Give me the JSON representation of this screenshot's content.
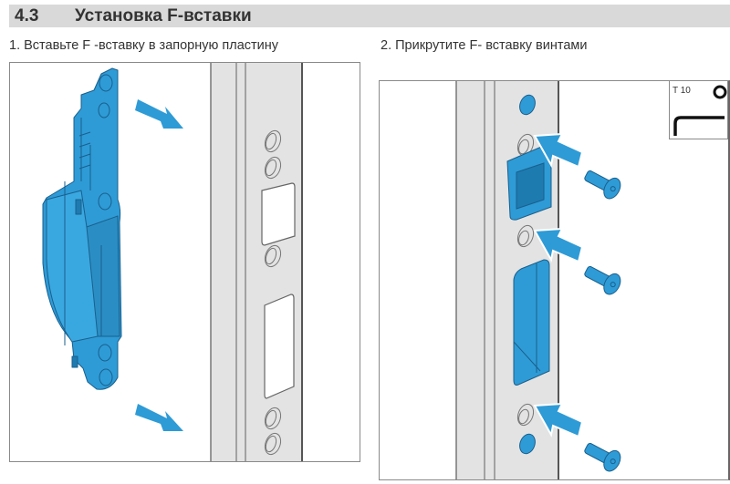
{
  "section": {
    "number": "4.3",
    "title": "Установка F-вставки"
  },
  "steps": [
    {
      "caption": "1. Вставьте F -вставку в запорную пластину",
      "illustration": "f-insert-into-strike-plate"
    },
    {
      "caption": "2. Прикрутите F- вставку винтами",
      "illustration": "screw-f-insert",
      "tool": {
        "label": "T 10",
        "icon": "torx-icon",
        "key_icon": "l-key-icon"
      }
    }
  ],
  "colors": {
    "accent_blue": "#2e9bd6",
    "rail_gray": "#e3e3e3",
    "header_bar": "#d9d9d9"
  }
}
